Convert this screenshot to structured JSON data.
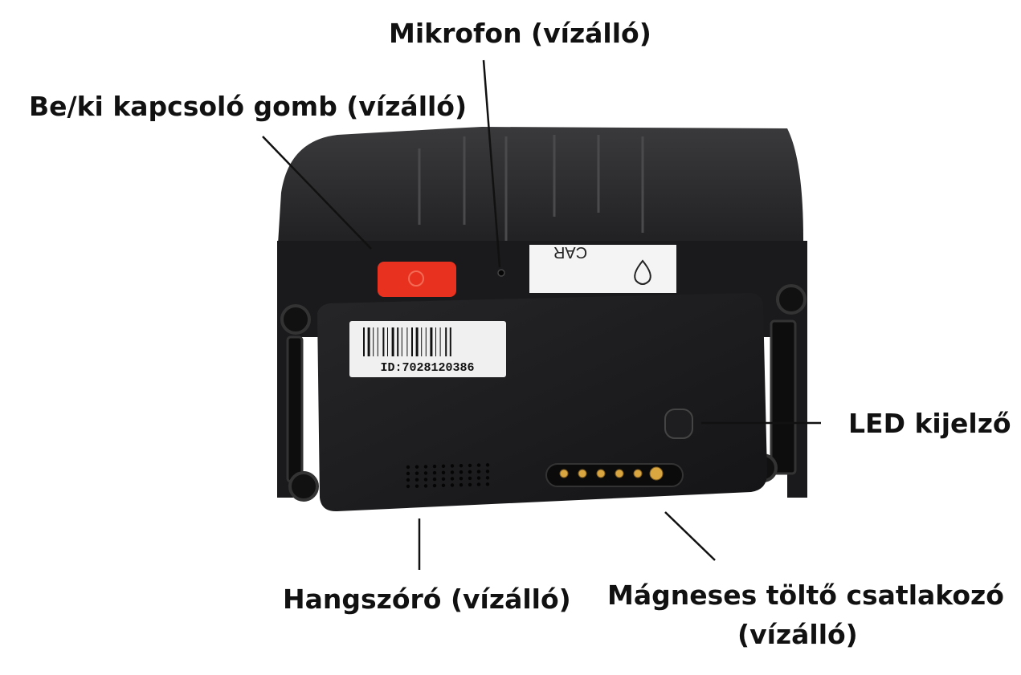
{
  "labels": {
    "microphone": "Mikrofon (vízálló)",
    "power_button": "Be/ki kapcsoló gomb (vízálló)",
    "led": "LED kijelző",
    "speaker": "Hangszóró (vízálló)",
    "charger_line1": "Mágneses töltő csatlakozó",
    "charger_line2": "(vízálló)"
  },
  "device": {
    "barcode_id": "ID:7028120386",
    "sticker_text": "CAR",
    "colors": {
      "body": "#1c1c1e",
      "body_top": "#2a2a2c",
      "button": "#e8321f",
      "sticker": "#f4f4f4",
      "pins": "#d9a640"
    }
  }
}
